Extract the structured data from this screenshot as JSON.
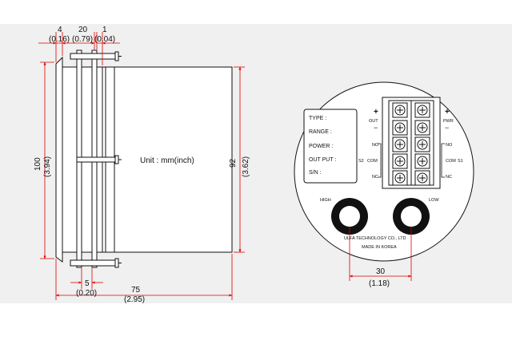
{
  "side_view": {
    "unit_label": "Unit : mm(inch)",
    "dim_top_4_mm": "4",
    "dim_top_4_in": "(0.16)",
    "dim_top_20_mm": "20",
    "dim_top_20_in": "(0.79)",
    "dim_top_1_mm": "1",
    "dim_top_1_in": "(0.04)",
    "dim_left_100_mm": "100",
    "dim_left_100_in": "(3.94)",
    "dim_right_92_mm": "92",
    "dim_right_92_in": "(3.62)",
    "dim_bottom_5_mm": "5",
    "dim_bottom_5_in": "(0.20)",
    "dim_bottom_75_mm": "75",
    "dim_bottom_75_in": "(2.95)"
  },
  "rear_view": {
    "info_fields": [
      "TYPE :",
      "RANGE :",
      "POWER :",
      "OUT PUT :",
      "S/N :"
    ],
    "out_label": "OUT",
    "pwr_label": "PWR",
    "plus_sign": "+",
    "minus_sign": "−",
    "left_relay": {
      "no": "NO",
      "com": "COM",
      "nc": "NC",
      "name": "S2"
    },
    "right_relay": {
      "no": "NO",
      "com": "COM",
      "nc": "NC",
      "name": "S1"
    },
    "high_label": "HIGH",
    "low_label": "LOW",
    "company_line1": "ULFA TECHNOLOGY CO., LTD",
    "company_line2": "MADE IN KOREA",
    "dim_30_mm": "30",
    "dim_30_in": "(1.18)"
  },
  "colors": {
    "background": "#f0f0f0",
    "outline": "#111111",
    "dimension_line": "#e00000"
  }
}
